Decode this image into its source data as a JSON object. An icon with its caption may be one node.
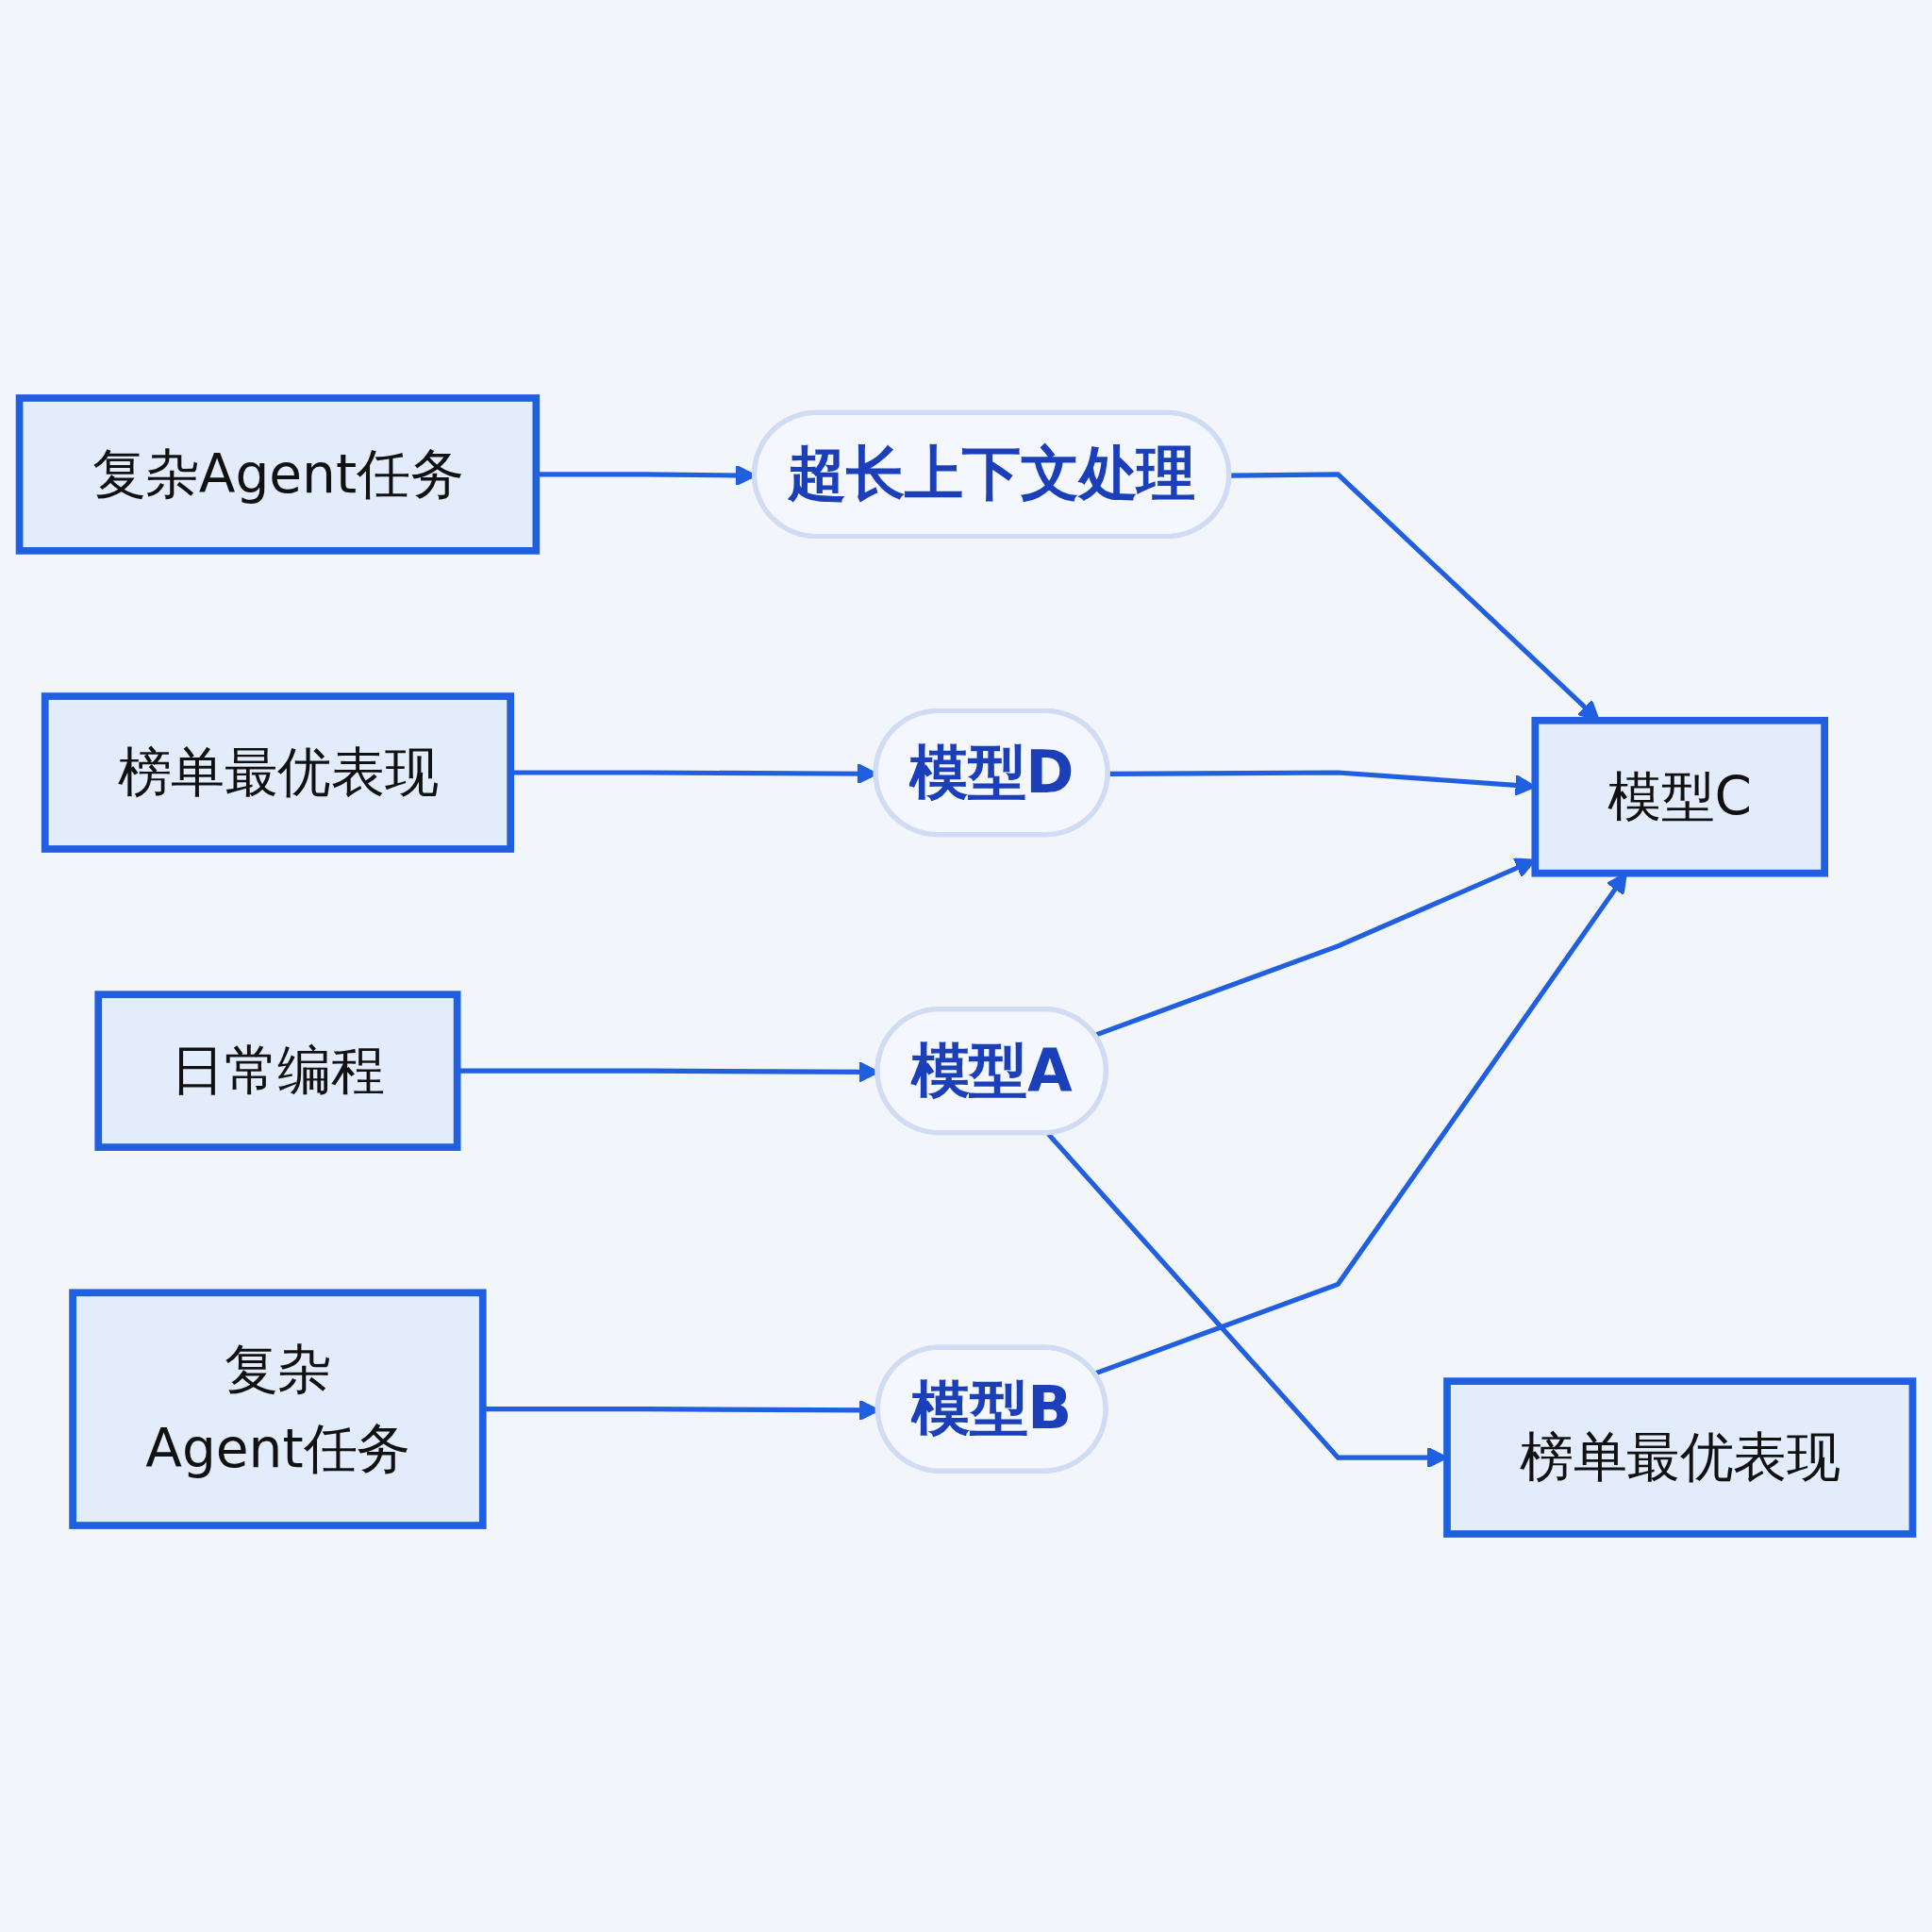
{
  "diagram": {
    "nodes": [
      {
        "text": [
          "日常编程"
        ]
      },
      {
        "text": [
          "模型A"
        ]
      },
      {
        "text": [
          "复杂",
          "Agent任务"
        ]
      },
      {
        "text": [
          "模型B"
        ]
      },
      {
        "text": [
          "复杂Agent任务"
        ]
      },
      {
        "text": [
          "超长上下文处理"
        ]
      },
      {
        "text": [
          "模型C"
        ]
      },
      {
        "text": [
          "榜单最优表现"
        ]
      },
      {
        "text": [
          "榜单最优表现"
        ]
      },
      {
        "text": [
          "模型D"
        ]
      }
    ],
    "edges": [
      {
        "from": 0,
        "to": 1,
        "arrow": "to"
      },
      {
        "from": 2,
        "to": 3,
        "arrow": "to"
      },
      {
        "from": 4,
        "to": 5,
        "arrow": "to"
      },
      {
        "from": 5,
        "to": 6,
        "arrow": "to"
      },
      {
        "from": 8,
        "to": 9,
        "arrow": "to"
      },
      {
        "from": 9,
        "to": 6,
        "arrow": "to"
      },
      {
        "from": 1,
        "to": 6,
        "arrow": "to"
      },
      {
        "from": 1,
        "to": 7,
        "arrow": "to"
      },
      {
        "from": 3,
        "to": 6,
        "arrow": "to"
      }
    ]
  }
}
